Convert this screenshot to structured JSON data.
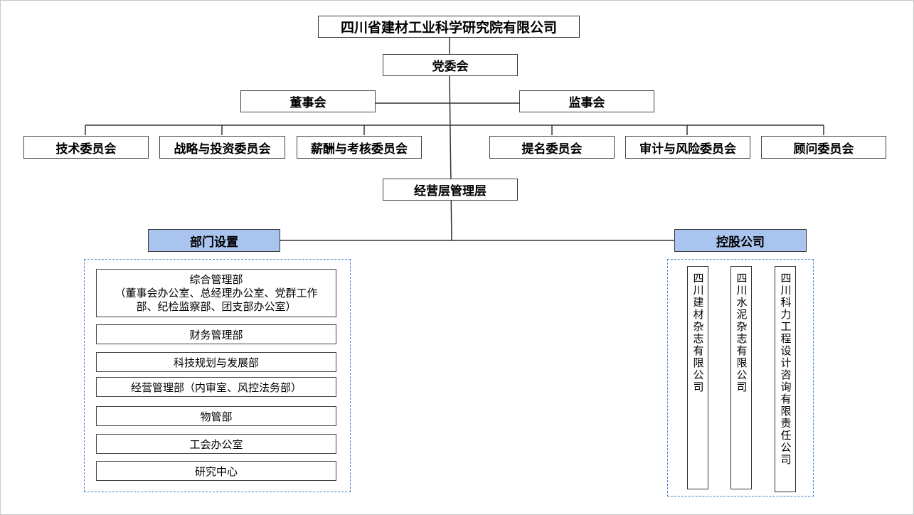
{
  "org": {
    "company": "四川省建材工业科学研究院有限公司",
    "party": "党委会",
    "board": "董事会",
    "supervisory": "监事会",
    "committees": [
      "技术委员会",
      "战略与投资委员会",
      "薪酬与考核委员会",
      "提名委员会",
      "审计与风险委员会",
      "顾问委员会"
    ],
    "management": "经营层管理层",
    "departments_header": "部门设置",
    "holdings_header": "控股公司",
    "departments": {
      "main_title": "综合管理部",
      "main_sub1": "（董事会办公室、总经理办公室、党群工作",
      "main_sub2": "部、纪检监察部、团支部办公室）",
      "others": [
        "财务管理部",
        "科技规划与发展部",
        "经营管理部（内审室、风控法务部）",
        "物管部",
        "工会办公室",
        "研究中心"
      ]
    },
    "holdings": [
      "四川建材杂志有限公司",
      "四川水泥杂志有限公司",
      "四川科力工程设计咨询有限责任公司"
    ]
  }
}
